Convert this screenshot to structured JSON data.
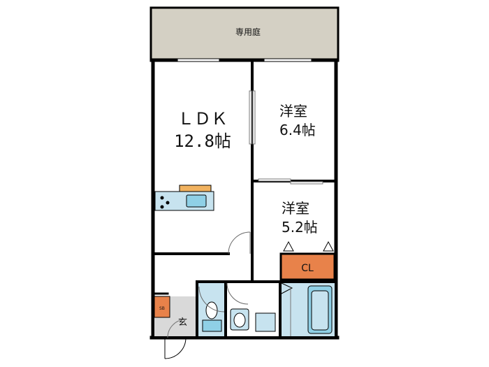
{
  "floor_plan": {
    "garden": {
      "label": "専用庭"
    },
    "ldk": {
      "name": "ＬＤＫ",
      "size": "12.8帖"
    },
    "room1": {
      "name": "洋室",
      "size": "6.4帖"
    },
    "room2": {
      "name": "洋室",
      "size": "5.2帖"
    },
    "closet": {
      "label": "CL"
    },
    "entrance": {
      "label": "玄"
    },
    "shoe_box": {
      "label": "SB"
    },
    "colors": {
      "garden": "#d4d0c4",
      "closet": "#e8824a",
      "kitchen_counter": "#f1b25f",
      "wet_area": "#c7e3ef",
      "sink": "#8fd0e6",
      "entry_floor": "#d9d9d9",
      "wall": "#000000"
    }
  }
}
